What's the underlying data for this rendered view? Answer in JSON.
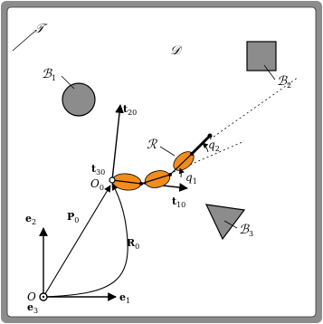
{
  "colors": {
    "boundary": "#8c8c8c",
    "obstacle": "#8c8c8c",
    "link": "#f28c1c",
    "link_outline": "#000000",
    "background": "#ffffff"
  },
  "labels": {
    "boundary": {
      "main": "𝒯",
      "sub": ""
    },
    "domain": {
      "main": "𝒟",
      "sub": ""
    },
    "obstacle_1": {
      "main": "ℬ",
      "sub": "1"
    },
    "obstacle_2": {
      "main": "ℬ",
      "sub": "2"
    },
    "obstacle_3": {
      "main": "ℬ",
      "sub": "3"
    },
    "robot": {
      "main": "ℛ",
      "sub": ""
    },
    "t20": {
      "main": "t",
      "sub": "20"
    },
    "t30": {
      "main": "t",
      "sub": "30"
    },
    "t10": {
      "main": "t",
      "sub": "10"
    },
    "origin_o0": {
      "main": "O",
      "sub": "0"
    },
    "p0": {
      "main": "P",
      "sub": "0"
    },
    "r0": {
      "main": "R",
      "sub": "0"
    },
    "e1": {
      "main": "e",
      "sub": "1"
    },
    "e2": {
      "main": "e",
      "sub": "2"
    },
    "e3": {
      "main": "e",
      "sub": "3"
    },
    "origin_o": {
      "main": "O",
      "sub": ""
    },
    "q1": {
      "main": "q",
      "sub": "1"
    },
    "q2": {
      "main": "q",
      "sub": "2"
    }
  }
}
